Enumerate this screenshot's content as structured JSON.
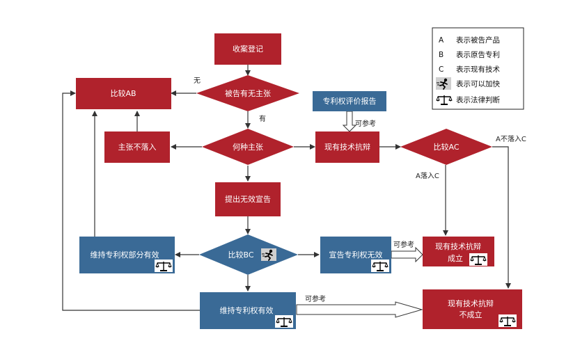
{
  "colors": {
    "red": "#b0222c",
    "blue": "#3a6a96",
    "dark": "#333333"
  },
  "nodes": {
    "shouan": "收案登记",
    "beigao": "被告有无主张",
    "bijiao_ab": "比较AB",
    "zhuzhang_bu_luoru": "主张不落入",
    "hezhong": "何种主张",
    "pingjia": "专利权评价报告",
    "xianyou": "现有技术抗辩",
    "bijiao_ac": "比较AC",
    "tichu": "提出无效宣告",
    "bijiao_bc": "比较BC",
    "weichi_bufen": "维持专利权部分有效",
    "xuangao_wuxiao": "宣告专利权无效",
    "chengli_line1": "现有技术抗辩",
    "chengli_line2": "成立",
    "weichi_youxiao": "维持专利权有效",
    "bu_chengli_line1": "现有技术抗辩",
    "bu_chengli_line2": "不成立"
  },
  "edge_labels": {
    "wu": "无",
    "you": "有",
    "ke_cankao_1": "可参考",
    "a_bu_luoru_c": "A不落入C",
    "a_luoru_c": "A落入C",
    "ke_cankao_2": "可参考",
    "ke_cankao_3": "可参考"
  },
  "legend": {
    "items": [
      {
        "key": "A",
        "text": "表示被告产品"
      },
      {
        "key": "B",
        "text": "表示原告专利"
      },
      {
        "key": "C",
        "text": "表示现有技术"
      },
      {
        "icon": "runner-icon",
        "text": "表示可以加快"
      },
      {
        "icon": "scales-icon",
        "text": "表示法律判断"
      }
    ]
  }
}
